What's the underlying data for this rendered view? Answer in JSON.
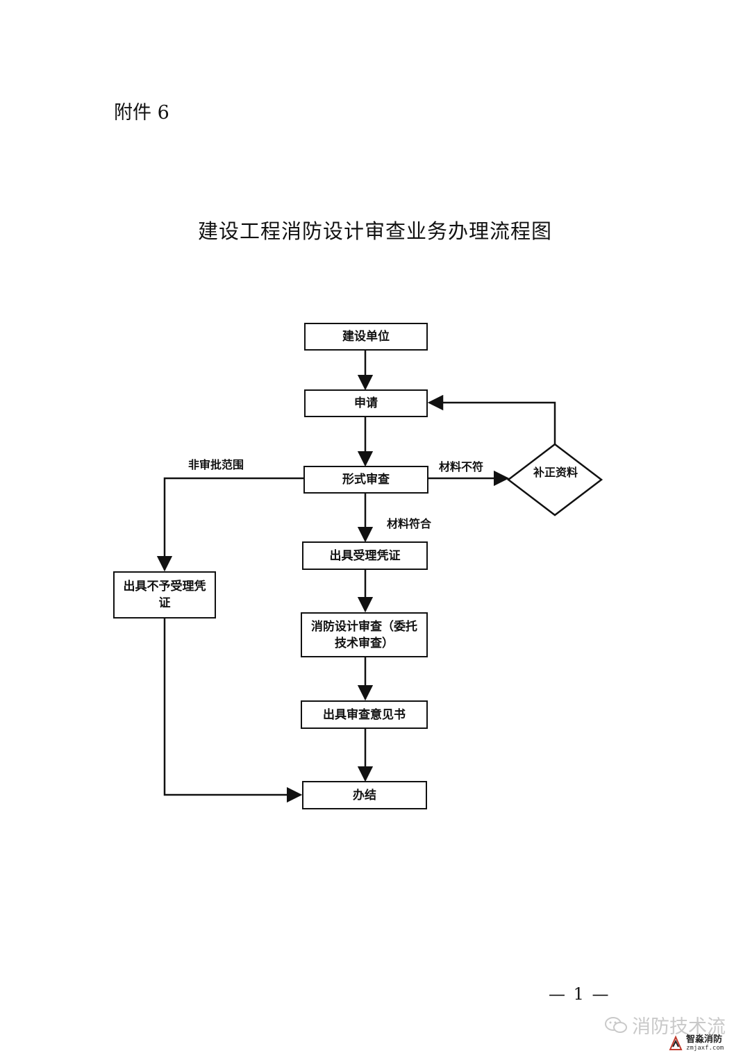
{
  "header": {
    "attachment": "附件 6"
  },
  "title": "建设工程消防设计审查业务办理流程图",
  "flow": {
    "nodes": {
      "builder": "建设单位",
      "apply": "申请",
      "formal_review": "形式审查",
      "supplement": "补正资料",
      "issue_receipt": "出具受理凭证",
      "issue_reject": "出具不予受理凭证",
      "design_review": "消防设计审查（委托技术审查）",
      "issue_opinion": "出具审查意见书",
      "complete": "办结"
    },
    "edge_labels": {
      "out_of_scope": "非审批范围",
      "materials_mismatch": "材料不符",
      "materials_match": "材料符合"
    },
    "edges": [
      {
        "from": "builder",
        "to": "apply"
      },
      {
        "from": "apply",
        "to": "formal_review"
      },
      {
        "from": "formal_review",
        "to": "supplement",
        "label": "materials_mismatch"
      },
      {
        "from": "supplement",
        "to": "apply"
      },
      {
        "from": "formal_review",
        "to": "issue_receipt",
        "label": "materials_match"
      },
      {
        "from": "formal_review",
        "to": "issue_reject",
        "label": "out_of_scope"
      },
      {
        "from": "issue_receipt",
        "to": "design_review"
      },
      {
        "from": "design_review",
        "to": "issue_opinion"
      },
      {
        "from": "issue_opinion",
        "to": "complete"
      },
      {
        "from": "issue_reject",
        "to": "complete"
      }
    ]
  },
  "footer": {
    "page_number": "— 1 —",
    "watermark": "消防技术流",
    "logo_name": "智淼消防",
    "logo_url": "zmjaxf.com",
    "icon": "wechat-icon"
  }
}
